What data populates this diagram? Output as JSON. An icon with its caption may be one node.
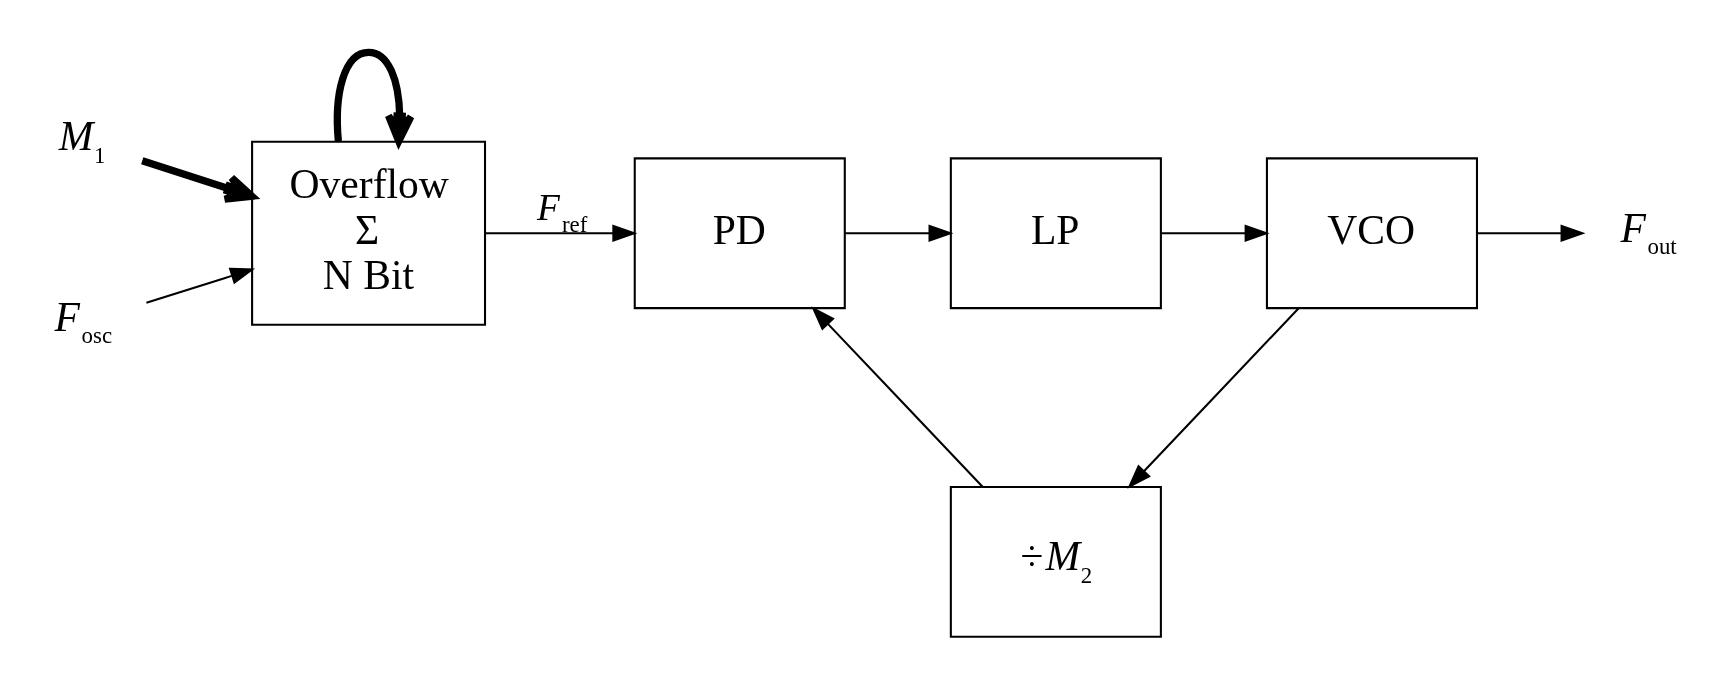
{
  "diagram": {
    "nodes": [
      {
        "text": [
          "Overflow",
          "Σ",
          "N Bit"
        ]
      },
      {
        "text": [
          "PD"
        ]
      },
      {
        "text": [
          "LP"
        ]
      },
      {
        "text": [
          "VCO"
        ]
      },
      {
        "text": [
          "÷*M*$_{2}$"
        ]
      },
      {
        "text": [
          "*M*$_{1}$"
        ]
      },
      {
        "text": [
          "*F*$_{osc}$"
        ]
      },
      {
        "text": [
          "*F*$_{out}$"
        ]
      }
    ],
    "edges": [
      {
        "from": 5,
        "to": 0,
        "arrow": "to",
        "style": "thick"
      },
      {
        "from": 0,
        "to": 0,
        "arrow": "to",
        "style": "thick"
      },
      {
        "from": 6,
        "to": 0,
        "arrow": "to"
      },
      {
        "from": 0,
        "to": 1,
        "arrow": "to",
        "label": "*F*$_{ref}$"
      },
      {
        "from": 1,
        "to": 2,
        "arrow": "to"
      },
      {
        "from": 2,
        "to": 3,
        "arrow": "to"
      },
      {
        "from": 3,
        "to": 7,
        "arrow": "to"
      },
      {
        "from": 3,
        "to": 4,
        "arrow": "to"
      },
      {
        "from": 4,
        "to": 1,
        "arrow": "to"
      }
    ]
  }
}
